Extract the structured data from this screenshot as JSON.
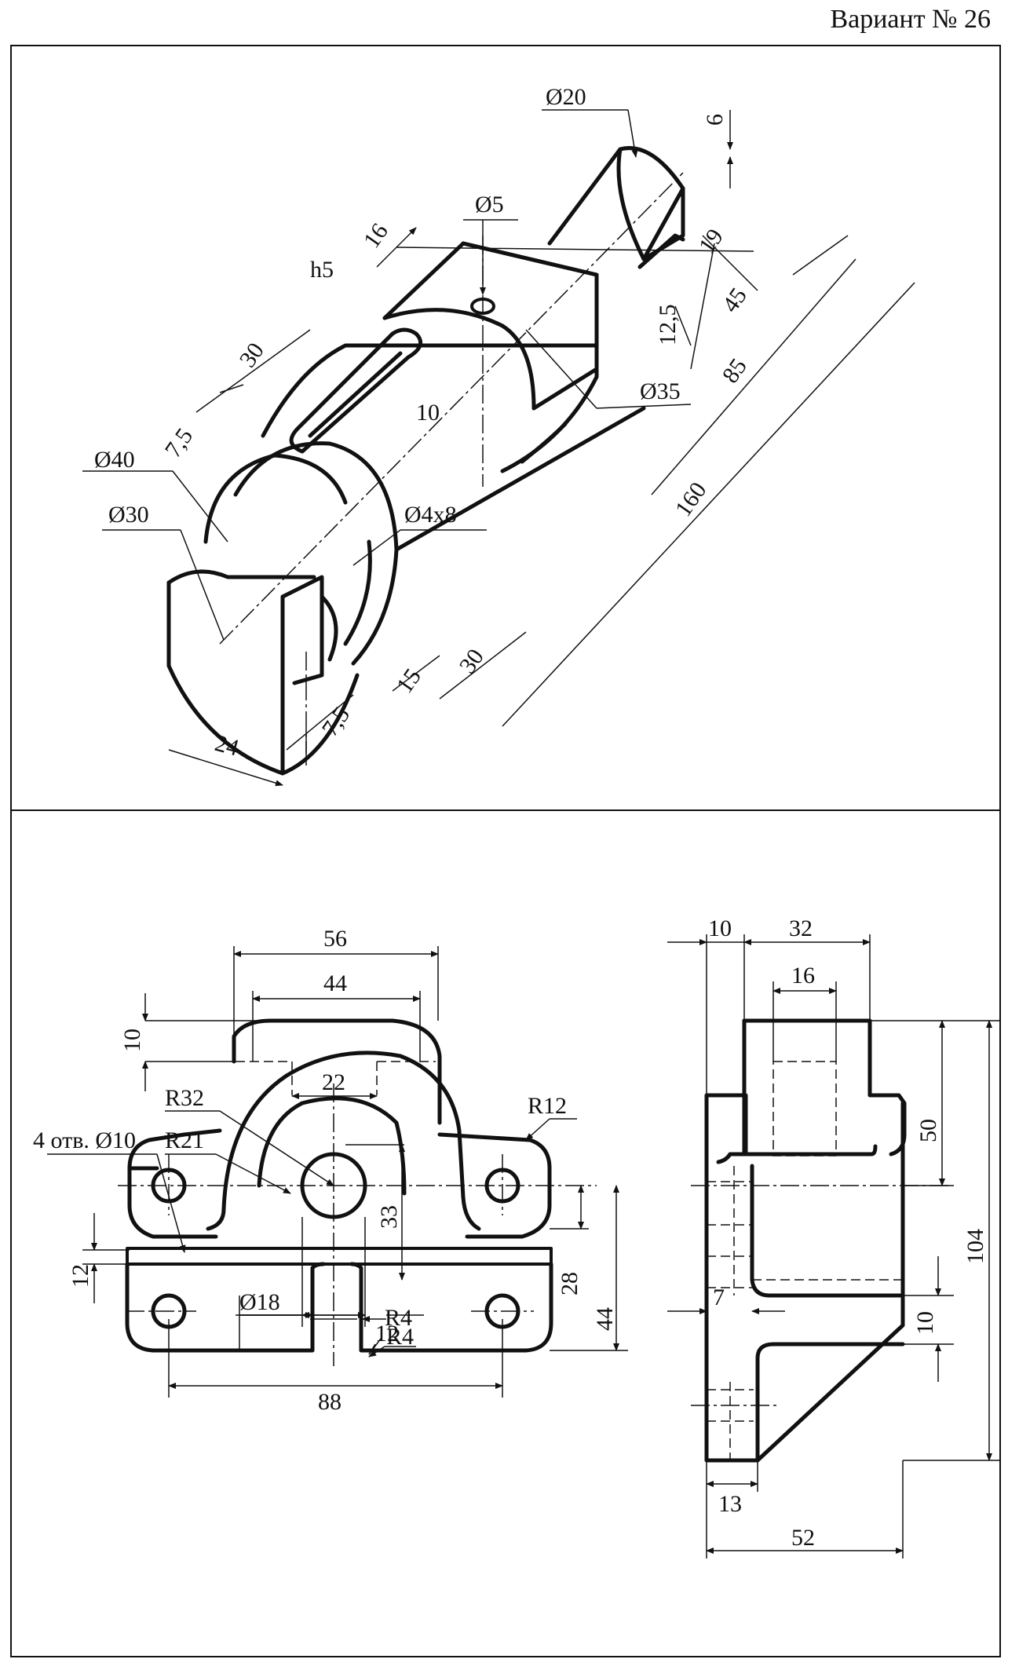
{
  "header": {
    "variant": "Вариант № 26"
  },
  "top_view": {
    "dims": {
      "d20": "Ø20",
      "six": "6",
      "d5": "Ø5",
      "sixteen": "16",
      "nineteen": "19",
      "h5": "h5",
      "twelve_five": "12,5",
      "fortyfive": "45",
      "thirty_a": "30",
      "d35": "Ø35",
      "eightyfive": "85",
      "ten": "10",
      "seven_five_a": "7,5",
      "d40": "Ø40",
      "onesixty": "160",
      "d30": "Ø30",
      "d4x8": "Ø4x8",
      "fifteen": "15",
      "thirty_b": "30",
      "seven_five_b": "7,5",
      "twentyfour": "24"
    }
  },
  "bottom_front": {
    "dims": {
      "fiftysix": "56",
      "fortyfour_top": "44",
      "ten": "10",
      "twentytwo": "22",
      "r32": "R32",
      "r21": "R21",
      "holes": "4 отв. Ø10",
      "r12": "R12",
      "thirtythree": "33",
      "twentyeight": "28",
      "fortyfour_side": "44",
      "twelve_left": "12",
      "d18": "Ø18",
      "r4_a": "R4",
      "r4_b": "R4",
      "twelve_mid": "12",
      "eightyeight": "88"
    }
  },
  "bottom_side": {
    "dims": {
      "ten": "10",
      "thirtytwo": "32",
      "sixteen": "16",
      "fifty": "50",
      "onezerofour": "104",
      "seven": "7",
      "ten_low": "10",
      "thirteen": "13",
      "fiftytwo": "52"
    }
  }
}
